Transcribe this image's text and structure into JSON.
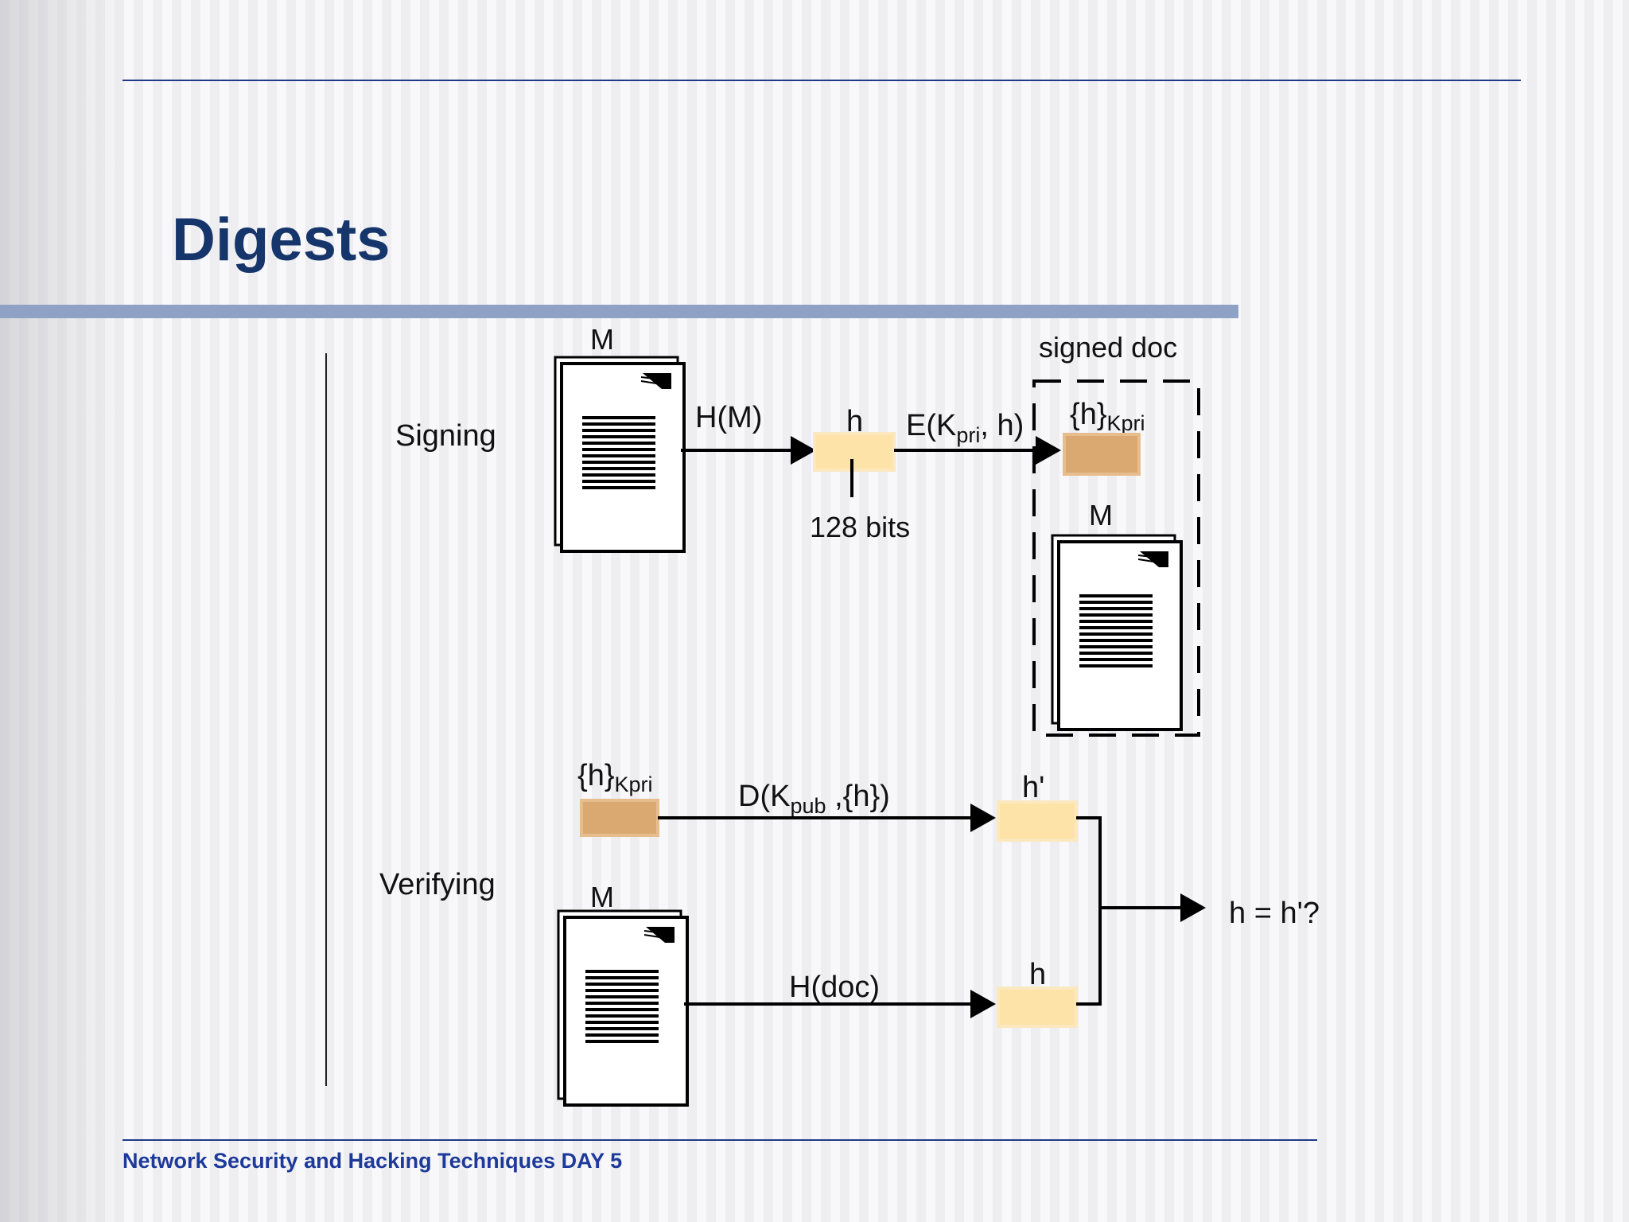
{
  "slide": {
    "title": "Digests",
    "footer": "Network Security and Hacking Techniques DAY 5"
  },
  "diagram": {
    "signing": {
      "section_label": "Signing",
      "doc_label": "M",
      "hash_label": "H(M)",
      "digest_label": "h",
      "size_label": "128 bits",
      "encrypt_label": {
        "main": "E(K",
        "sub": "pri",
        "rest": ", h)"
      },
      "signed_doc_label": "signed doc",
      "signature_label": {
        "main": "{h}",
        "sub": "Kpri"
      },
      "signed_doc_m_label": "M"
    },
    "verifying": {
      "section_label": "Verifying",
      "signature_label": {
        "main": "{h}",
        "sub": "Kpri"
      },
      "decrypt_label": {
        "main": "D(K",
        "sub": "pub",
        "rest": " ,{h})"
      },
      "h_prime_label": "h'",
      "doc_label": "M",
      "hash_label": "H(doc)",
      "h_label": "h",
      "compare_label": "h = h'?"
    },
    "colors": {
      "digest_fill": "#fde3a7",
      "signature_fill": "#d9a971",
      "line": "#000000"
    },
    "icons": [
      "document-icon",
      "arrow-right-icon"
    ]
  }
}
